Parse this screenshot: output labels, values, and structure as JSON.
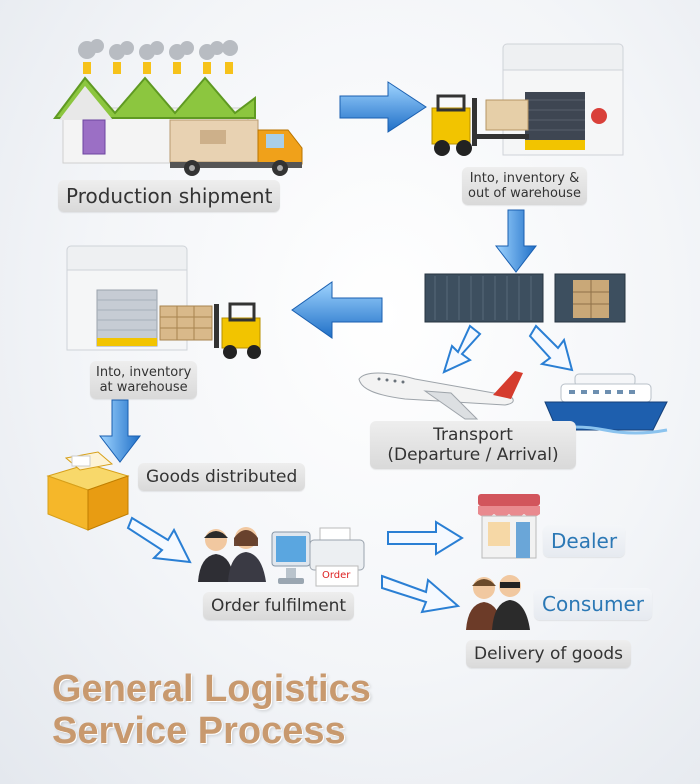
{
  "nodes": {
    "production": "Production shipment",
    "warehouse_out_1": "Into, inventory &",
    "warehouse_out_2": "out of warehouse",
    "warehouse_in_1": "Into, inventory",
    "warehouse_in_2": "at warehouse",
    "transport_1": "Transport",
    "transport_2": "(Departure / Arrival)",
    "goods_distributed": "Goods distributed",
    "order_fulfilment": "Order fulfilment",
    "dealer": "Dealer",
    "consumer": "Consumer",
    "delivery": "Delivery of goods",
    "order_tag": "Order"
  },
  "title": {
    "line1": "General Logistics",
    "line2": "Service Process"
  },
  "colors": {
    "arrow_blue": "#2a7fd4",
    "title": "#c8996e",
    "label_blue": "#2b78b5",
    "truck": "#f0a11a",
    "roof": "#8cc63f"
  },
  "icons": [
    "factory-icon",
    "truck-icon",
    "warehouse-icon",
    "forklift-icon",
    "container-icon",
    "airplane-icon",
    "ship-icon",
    "box-icon",
    "operator-icon",
    "computer-icon",
    "printer-icon",
    "shop-icon",
    "consumer-icon"
  ]
}
